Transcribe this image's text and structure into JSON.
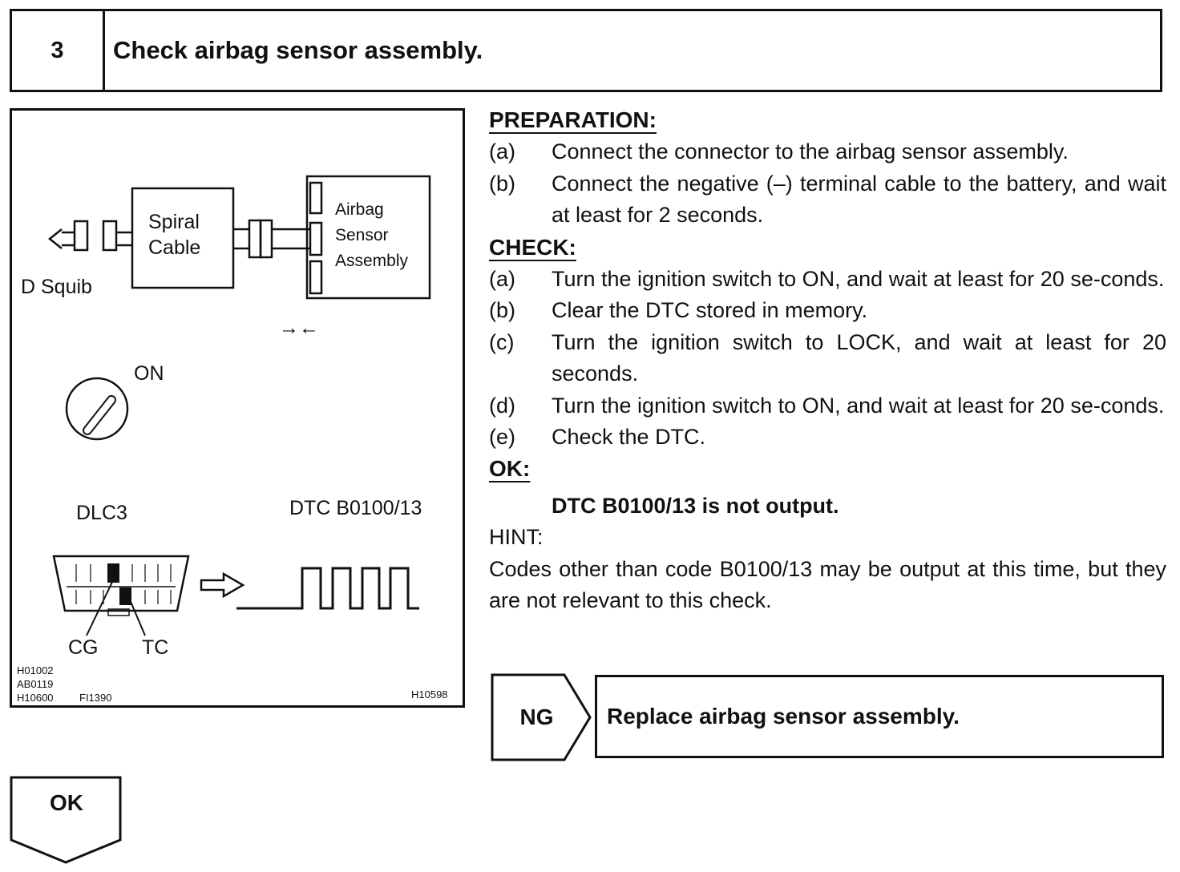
{
  "step": {
    "number": "3",
    "title": "Check airbag sensor assembly."
  },
  "figure": {
    "labels": {
      "d_squib": "D Squib",
      "spiral_line1": "Spiral",
      "spiral_line2": "Cable",
      "airbag_line1": "Airbag",
      "airbag_line2": "Sensor",
      "airbag_line3": "Assembly",
      "connect_arrows": "→←",
      "on": "ON",
      "dlc3": "DLC3",
      "dtc": "DTC B0100/13",
      "cg": "CG",
      "tc": "TC"
    },
    "codes": {
      "c1": "H01002",
      "c2": "AB0119",
      "c3": "H10600",
      "c4": "FI1390",
      "c5": "H10598"
    }
  },
  "preparation": {
    "heading": "PREPARATION:",
    "items": [
      {
        "label": "(a)",
        "text": "Connect the connector to the airbag sensor assembly."
      },
      {
        "label": "(b)",
        "text": "Connect the negative (–) terminal cable to the battery, and wait at least for 2 seconds."
      }
    ]
  },
  "check": {
    "heading": "CHECK:",
    "items": [
      {
        "label": "(a)",
        "text": "Turn the ignition switch to ON, and wait at least for 20 se-conds."
      },
      {
        "label": "(b)",
        "text": "Clear the DTC stored in memory."
      },
      {
        "label": "(c)",
        "text": "Turn the ignition switch to LOCK, and wait at least for 20 seconds."
      },
      {
        "label": "(d)",
        "text": "Turn the ignition switch to ON, and wait at least for 20 se-conds."
      },
      {
        "label": "(e)",
        "text": "Check the DTC."
      }
    ]
  },
  "ok_section": {
    "heading": "OK:",
    "result": "DTC B0100/13 is not output."
  },
  "hint": {
    "heading": "HINT:",
    "text": "Codes other than code B0100/13 may be output at this time, but they are not relevant to this check."
  },
  "ng": {
    "label": "NG",
    "action": "Replace airbag sensor assembly."
  },
  "ok_flow": {
    "label": "OK"
  }
}
